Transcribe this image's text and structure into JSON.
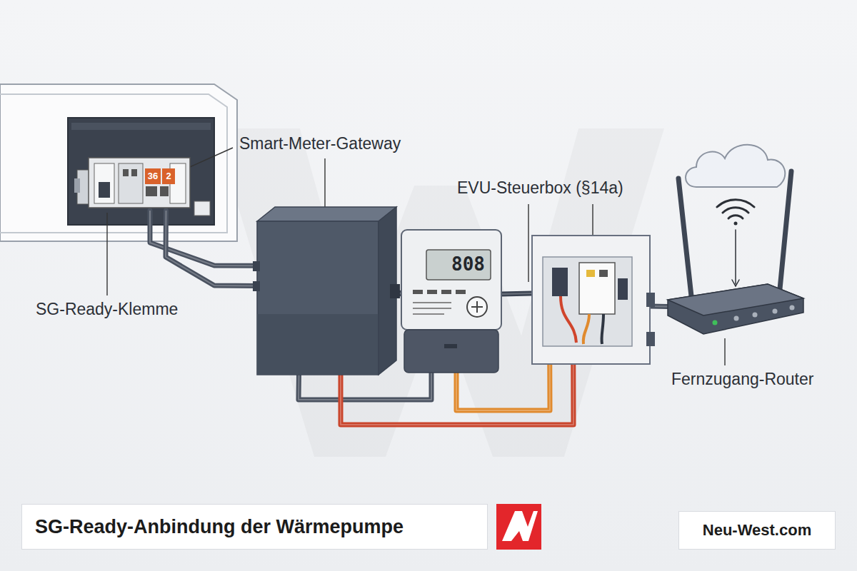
{
  "diagram": {
    "title": "SG-Ready-Anbindung der Wärmepumpe",
    "nodes": [
      {
        "text": [
          "SG-Ready-Klemme"
        ]
      },
      {
        "text": [
          "Smart-Meter-Gateway"
        ]
      },
      {
        "text": [
          "808"
        ]
      },
      {
        "text": [
          "EVU-Steuerbox (§14a)"
        ]
      },
      {
        "text": [
          "Fernzugang-Router"
        ]
      }
    ],
    "edges": [
      {
        "from": 0,
        "to": 1,
        "arrow": "none"
      },
      {
        "from": 0,
        "to": 1,
        "arrow": "none"
      },
      {
        "from": 1,
        "to": 2,
        "arrow": "none"
      },
      {
        "from": 2,
        "to": 3,
        "arrow": "none"
      },
      {
        "from": 3,
        "to": 4,
        "arrow": "none"
      },
      {
        "from": 1,
        "to": 2,
        "arrow": "none"
      },
      {
        "from": 2,
        "to": 3,
        "arrow": "none"
      },
      {
        "from": 1,
        "to": 3,
        "arrow": "none"
      }
    ],
    "labels": [
      "36",
      "2",
      "Neu-West.com"
    ]
  }
}
